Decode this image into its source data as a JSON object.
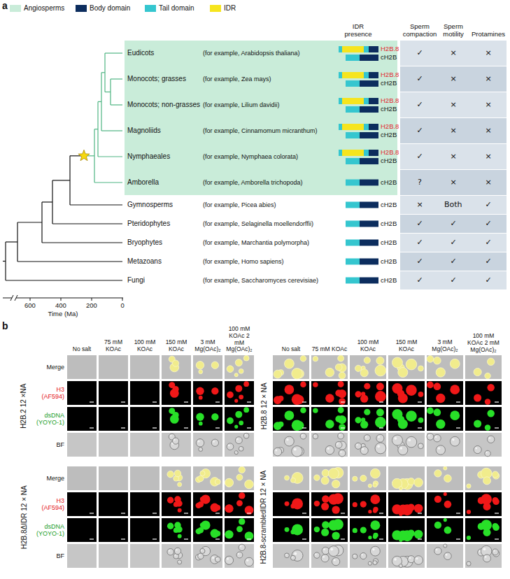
{
  "diagram": {
    "labels": [
      "a",
      "IDR presence",
      "Sperm compaction",
      "Sperm motility",
      "Protamines",
      "Eudicots",
      "(for example, Arabidopsis thaliana)",
      "H2B.8",
      "cH2B",
      "✓",
      "×",
      "×",
      "Monocots; grasses",
      "(for example, Zea mays)",
      "H2B.8",
      "cH2B",
      "✓",
      "×",
      "×",
      "Monocots; non-grasses",
      "(for example, Lilium davidii)",
      "H2B.8",
      "cH2B",
      "✓",
      "×",
      "×",
      "Magnoliids",
      "(for example, Cinnamomum micranthum)",
      "H2B.8",
      "cH2B",
      "✓",
      "×",
      "×",
      "Nymphaeales",
      "(for example, Nymphaea colorata)",
      "H2B.8",
      "cH2B",
      "✓",
      "×",
      "×",
      "Amborella",
      "(for example, Amborella trichopoda)",
      "cH2B",
      "?",
      "×",
      "×",
      "Gymnosperms",
      "(for example, Picea abies)",
      "cH2B",
      "×",
      "Both",
      "✓",
      "Pteridophytes",
      "(for example, Selaginella moellendorffii)",
      "cH2B",
      "✓",
      "✓",
      "✓",
      "Bryophytes",
      "(for example, Marchantia polymorpha)",
      "cH2B",
      "✓",
      "✓",
      "✓",
      "Metazoans",
      "(for example, Homo sapiens)",
      "cH2B",
      "✓",
      "✓",
      "✓",
      "Fungi",
      "(for example, Saccharomyces cerevisiae)",
      "cH2B",
      "✓",
      "✓",
      "✓",
      "600",
      "400",
      "200",
      "0",
      "Time (Ma)",
      "b",
      "No salt",
      "75 mM KOAc",
      "100 mM KOAc",
      "150 mM KOAc",
      "3 mM Mg(OAc)₂",
      "100 mM KOAc 2 mM Mg(OAc)₂",
      "H2B.2 12 ×NA",
      "Merge",
      "H3 (AF594)",
      "dsDNA (YOYO-1)",
      "BF",
      "No salt",
      "75 mM KOAc",
      "100 mM KOAc",
      "150 mM KOAc",
      "3 mM Mg(OAc)₂",
      "100 mM KOAc 2 mM Mg(OAc)₂",
      "H2B.8 12 × NA",
      "H2B.8ΔIDR 12 × NA",
      "Merge",
      "H3 (AF594)",
      "dsDNA (YOYO-1)",
      "BF",
      "H2B.8-scrambledIDR 12 × NA"
    ],
    "legend": [
      {
        "text": "Angiosperms",
        "color": "#c9ecd9"
      },
      {
        "text": "Body domain",
        "color": "#0c2d5e"
      },
      {
        "text": "Tail domain",
        "color": "#35c6cf"
      },
      {
        "text": "IDR",
        "color": "#f6e51e"
      }
    ]
  }
}
